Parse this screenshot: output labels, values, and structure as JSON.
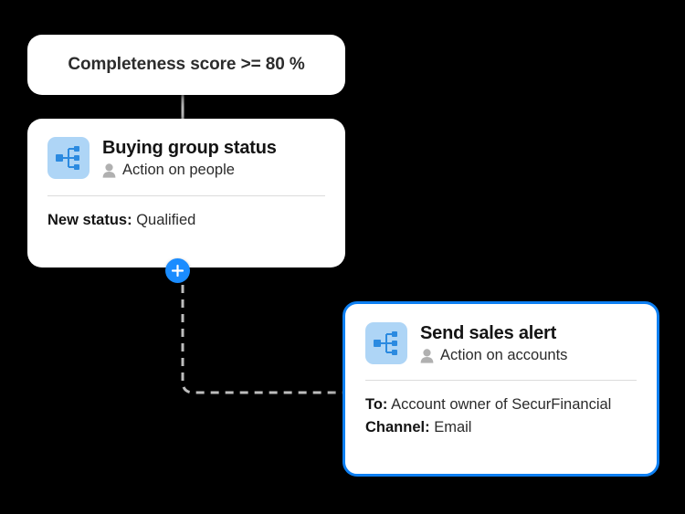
{
  "canvas": {
    "background_color": "#000000",
    "accent_color": "#0d7ff2",
    "plus_button_color": "#1a8cff",
    "icon_tile_color": "#aed5f6",
    "icon_glyph_color": "#2b8ae0",
    "connector_color": "#bdbdbd"
  },
  "nodes": {
    "condition": {
      "name": "condition-node",
      "text": "Completeness score >= 80 %"
    },
    "buying_group": {
      "name": "buying-group-status-node",
      "icon": "buying-group-icon",
      "title": "Buying group status",
      "subtitle_icon": "person-icon",
      "subtitle": "Action on people",
      "fields": [
        {
          "label": "New status:",
          "value": "Qualified"
        }
      ],
      "selected": false
    },
    "sales_alert": {
      "name": "send-sales-alert-node",
      "icon": "buying-group-icon",
      "title": "Send sales alert",
      "subtitle_icon": "person-icon",
      "subtitle": "Action on accounts",
      "fields": [
        {
          "label": "To:",
          "value": "Account owner of SecurFinancial"
        },
        {
          "label": "Channel:",
          "value": "Email"
        }
      ],
      "selected": true
    }
  },
  "controls": {
    "add_step_button": {
      "name": "add-step-button",
      "icon": "plus-icon",
      "label": "+"
    }
  },
  "connectors": [
    {
      "name": "connector-condition-to-buying-group",
      "style": "solid"
    },
    {
      "name": "connector-buying-group-to-sales-alert",
      "style": "dashed"
    }
  ]
}
